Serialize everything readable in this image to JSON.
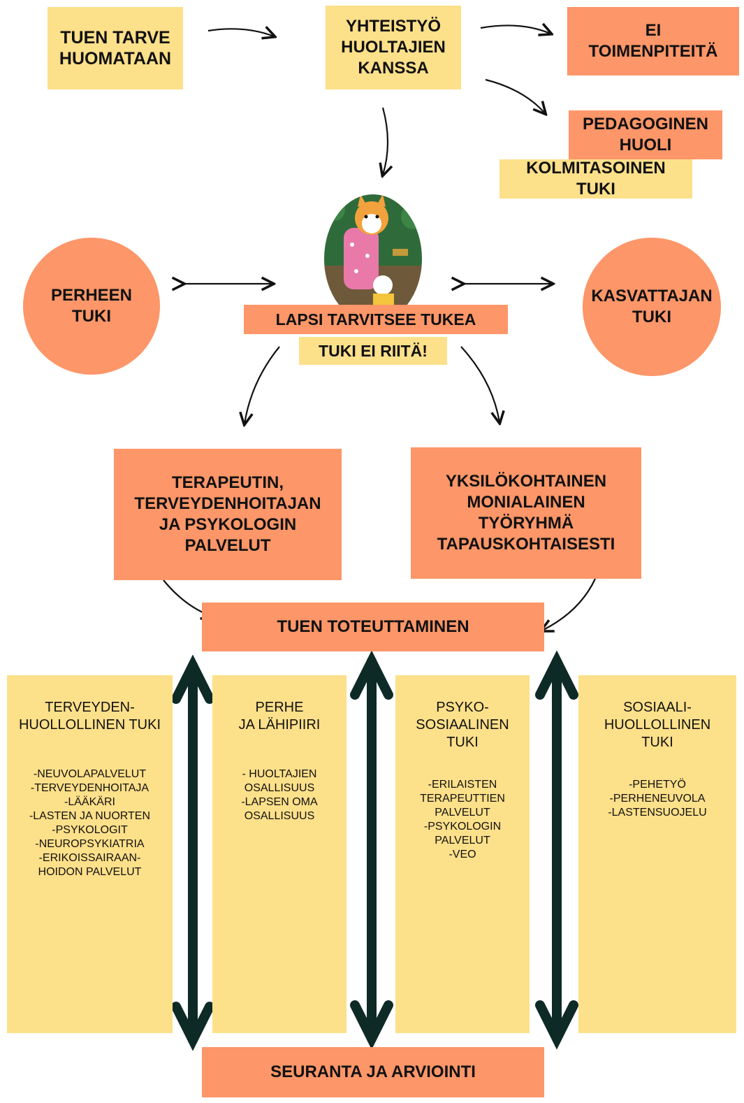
{
  "colors": {
    "yellow": "#fde08a",
    "orange": "#fd9668",
    "arrow": "#0e2a26"
  },
  "top": {
    "need_noticed": "TUEN TARVE\nHUOMATAAN",
    "cooperation": "YHTEISTYÖ\nHUOLTAJIEN\nKANSSA",
    "no_action": "EI\nTOIMENPITEITÄ",
    "pedagogical": "PEDAGOGINEN\nHUOLI",
    "three_tier": "KOLMITASOINEN\nTUKI"
  },
  "middle": {
    "family_support": "PERHEEN\nTUKI",
    "educator_support": "KASVATTAJAN\nTUKI",
    "child_needs": "LAPSI TARVITSEE TUKEA",
    "not_enough": "TUKI EI RIITÄ!",
    "illustration": "illustrated-cat-characters"
  },
  "services": {
    "therapist": "TERAPEUTIN,\nTERVEYDENHOITAJAN\nJA PSYKOLOGIN\nPALVELUT",
    "team": "YKSILÖKOHTAINEN\nMONIALAINEN\nTYÖRYHMÄ\nTAPAUSKOHTAISESTI"
  },
  "implementation": "TUEN TOTEUTTAMINEN",
  "columns": [
    {
      "title": "TERVEYDEN-\nHUOLLOLLINEN TUKI",
      "items": "-NEUVOLAPALVELUT\n-TERVEYDENHOITAJA\n-LÄÄKÄRI\n-LASTEN JA NUORTEN\n-PSYKOLOGIT\n-NEUROPSYKIATRIA\n-ERIKOISSAIRAAN-\nHOIDON PALVELUT"
    },
    {
      "title": "PERHE\nJA LÄHIPIIRI",
      "items": "- HUOLTAJIEN\nOSALLISUUS\n-LAPSEN OMA\nOSALLISUUS"
    },
    {
      "title": "PSYKO-\nSOSIAALINEN\nTUKI",
      "items": "-ERILAISTEN\nTERAPEUTTIEN\nPALVELUT\n-PSYKOLOGIN\nPALVELUT\n-VEO"
    },
    {
      "title": "SOSIAALI-\nHUOLLOLLINEN\nTUKI",
      "items": "-PEHETYÖ\n-PERHENEUVOLA\n-LASTENSUOJELU"
    }
  ],
  "follow_up": "SEURANTA JA ARVIOINTI"
}
